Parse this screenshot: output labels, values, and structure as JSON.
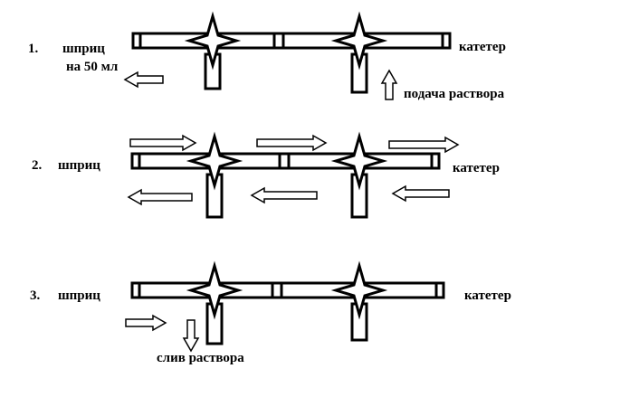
{
  "rows": [
    {
      "number": "1.",
      "syringe_label": "шприц",
      "syringe_volume": "на 50 мл",
      "catheter_label": "катетер",
      "action_label": "подача раствора"
    },
    {
      "number": "2.",
      "syringe_label": "шприц",
      "catheter_label": "катетер"
    },
    {
      "number": "3.",
      "syringe_label": "шприц",
      "catheter_label": "катетер",
      "action_label": "слив раствора"
    }
  ],
  "colors": {
    "stroke": "#000000",
    "fill": "#ffffff",
    "background": "#ffffff"
  },
  "icons": [
    "stopcock-star-icon",
    "tube-icon",
    "arrow-left-icon",
    "arrow-right-icon",
    "arrow-up-icon",
    "arrow-down-icon"
  ]
}
